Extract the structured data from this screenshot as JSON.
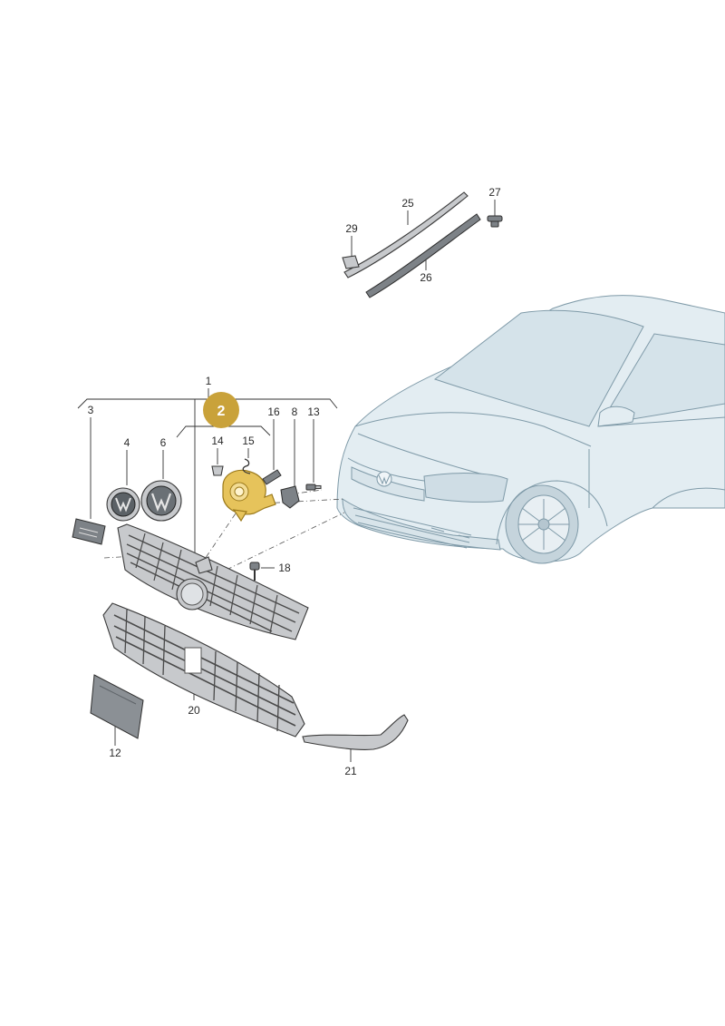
{
  "diagram": {
    "highlight": {
      "label": "2",
      "color": "#c9a23a",
      "text_color": "#ffffff"
    },
    "part_labels": {
      "p1": "1",
      "p3": "3",
      "p4": "4",
      "p6": "6",
      "p8": "8",
      "p12": "12",
      "p13": "13",
      "p14": "14",
      "p15": "15",
      "p16": "16",
      "p18": "18",
      "p20": "20",
      "p21": "21",
      "p25": "25",
      "p26": "26",
      "p27": "27",
      "p29": "29"
    },
    "colors": {
      "car_fill": "#e3edf2",
      "car_outline": "#7f9aa8",
      "highlight_part": "#e6c35b"
    }
  }
}
